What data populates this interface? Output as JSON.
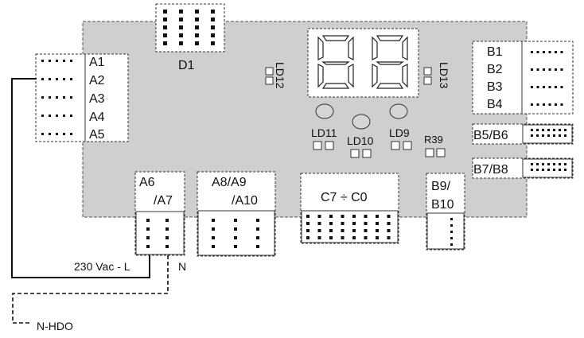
{
  "board": {
    "fill": "#cfcfcf",
    "border": "#555555"
  },
  "connectors": {
    "a": [
      "A1",
      "A2",
      "A3",
      "A4",
      "A5"
    ],
    "b": [
      "B1",
      "B2",
      "B3",
      "B4"
    ],
    "d1": "D1",
    "b5_b6": "B5/B6",
    "b7_b8": "B7/B8",
    "a6_a7_line1": "A6",
    "a6_a7_line2": "/A7",
    "a8_a10_line1": "A8/A9",
    "a8_a10_line2": "/A10",
    "c7_c0": "C7 ÷ C0",
    "b9_b10_line1": "B9/",
    "b9_b10_line2": "B10"
  },
  "leds": {
    "ld12": "LD12",
    "ld13": "LD13",
    "ld11": "LD11",
    "ld10": "LD10",
    "ld9": "LD9",
    "r39": "R39"
  },
  "display": {
    "digits": [
      "8",
      "8"
    ]
  },
  "wiring": {
    "live": "230 Vac - L",
    "neutral": "N",
    "n_hdo": "N-HDO"
  }
}
